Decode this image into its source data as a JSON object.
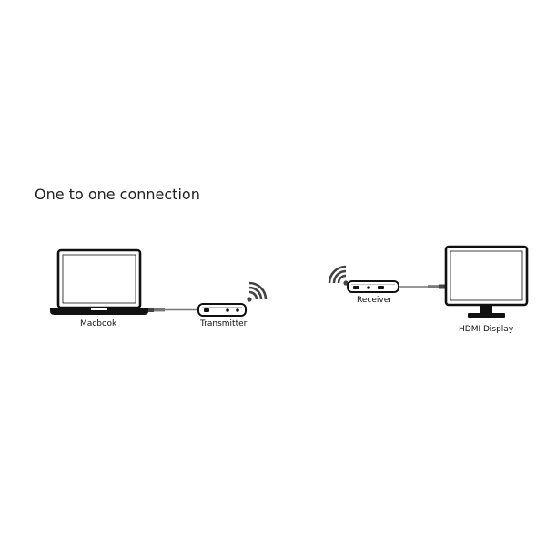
{
  "diagram": {
    "title": "One to one connection",
    "labels": {
      "laptop": "Macbook",
      "transmitter": "Transmitter",
      "receiver": "Receiver",
      "display": "HDMI Display"
    }
  }
}
